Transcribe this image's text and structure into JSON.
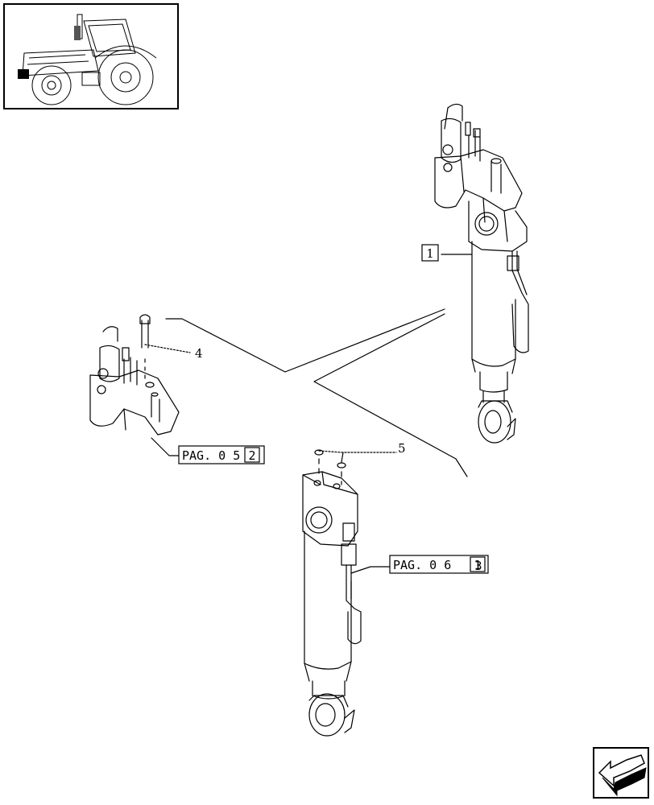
{
  "callouts": {
    "item_1": "1",
    "item_4": "4",
    "item_5": "5"
  },
  "page_refs": {
    "ref_a_text": "PAG. 0 5",
    "ref_a_box": "2",
    "ref_b_text": "PAG. 0 6",
    "ref_b_box": "1",
    "ref_b_overprint": "3"
  },
  "icons": {
    "thumbnail": "tractor-thumbnail-icon",
    "navigation": "next-page-arrow-icon"
  },
  "colors": {
    "line": "#000000",
    "background": "#ffffff"
  }
}
